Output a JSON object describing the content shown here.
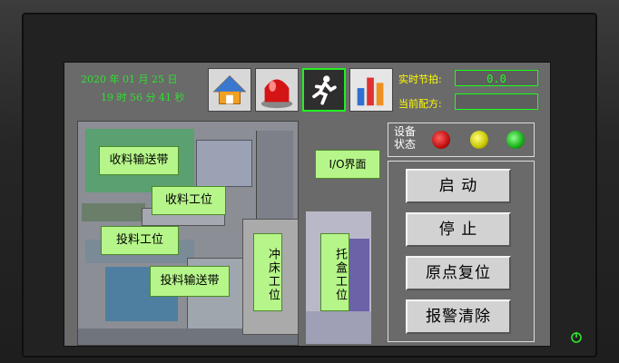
{
  "header": {
    "date": "2020 年 01 月 25 日",
    "time": "19 时 56 分 41 秒",
    "cycle_label": "实时节拍:",
    "cycle_value": "0.0",
    "recipe_label": "当前配方:",
    "recipe_value": ""
  },
  "nav": [
    {
      "icon": "home-icon"
    },
    {
      "icon": "alarm-light-icon"
    },
    {
      "icon": "running-man-icon"
    },
    {
      "icon": "bar-chart-icon"
    }
  ],
  "stations": {
    "output_conveyor": "收料输送带",
    "output_station": "收料工位",
    "input_station": "投料工位",
    "input_conveyor": "投料输送带",
    "press_station": "冲床工位",
    "tray_station": "托盒工位",
    "io_button": "I/O界面"
  },
  "status": {
    "label": "设备\n状态",
    "lamps": [
      {
        "name": "red",
        "color": "#d01818"
      },
      {
        "name": "yellow",
        "color": "#d8d400"
      },
      {
        "name": "green",
        "color": "#1cc81c"
      }
    ]
  },
  "controls": {
    "start": "启 动",
    "stop": "停 止",
    "home": "原点复位",
    "alarm_clear": "报警清除"
  }
}
